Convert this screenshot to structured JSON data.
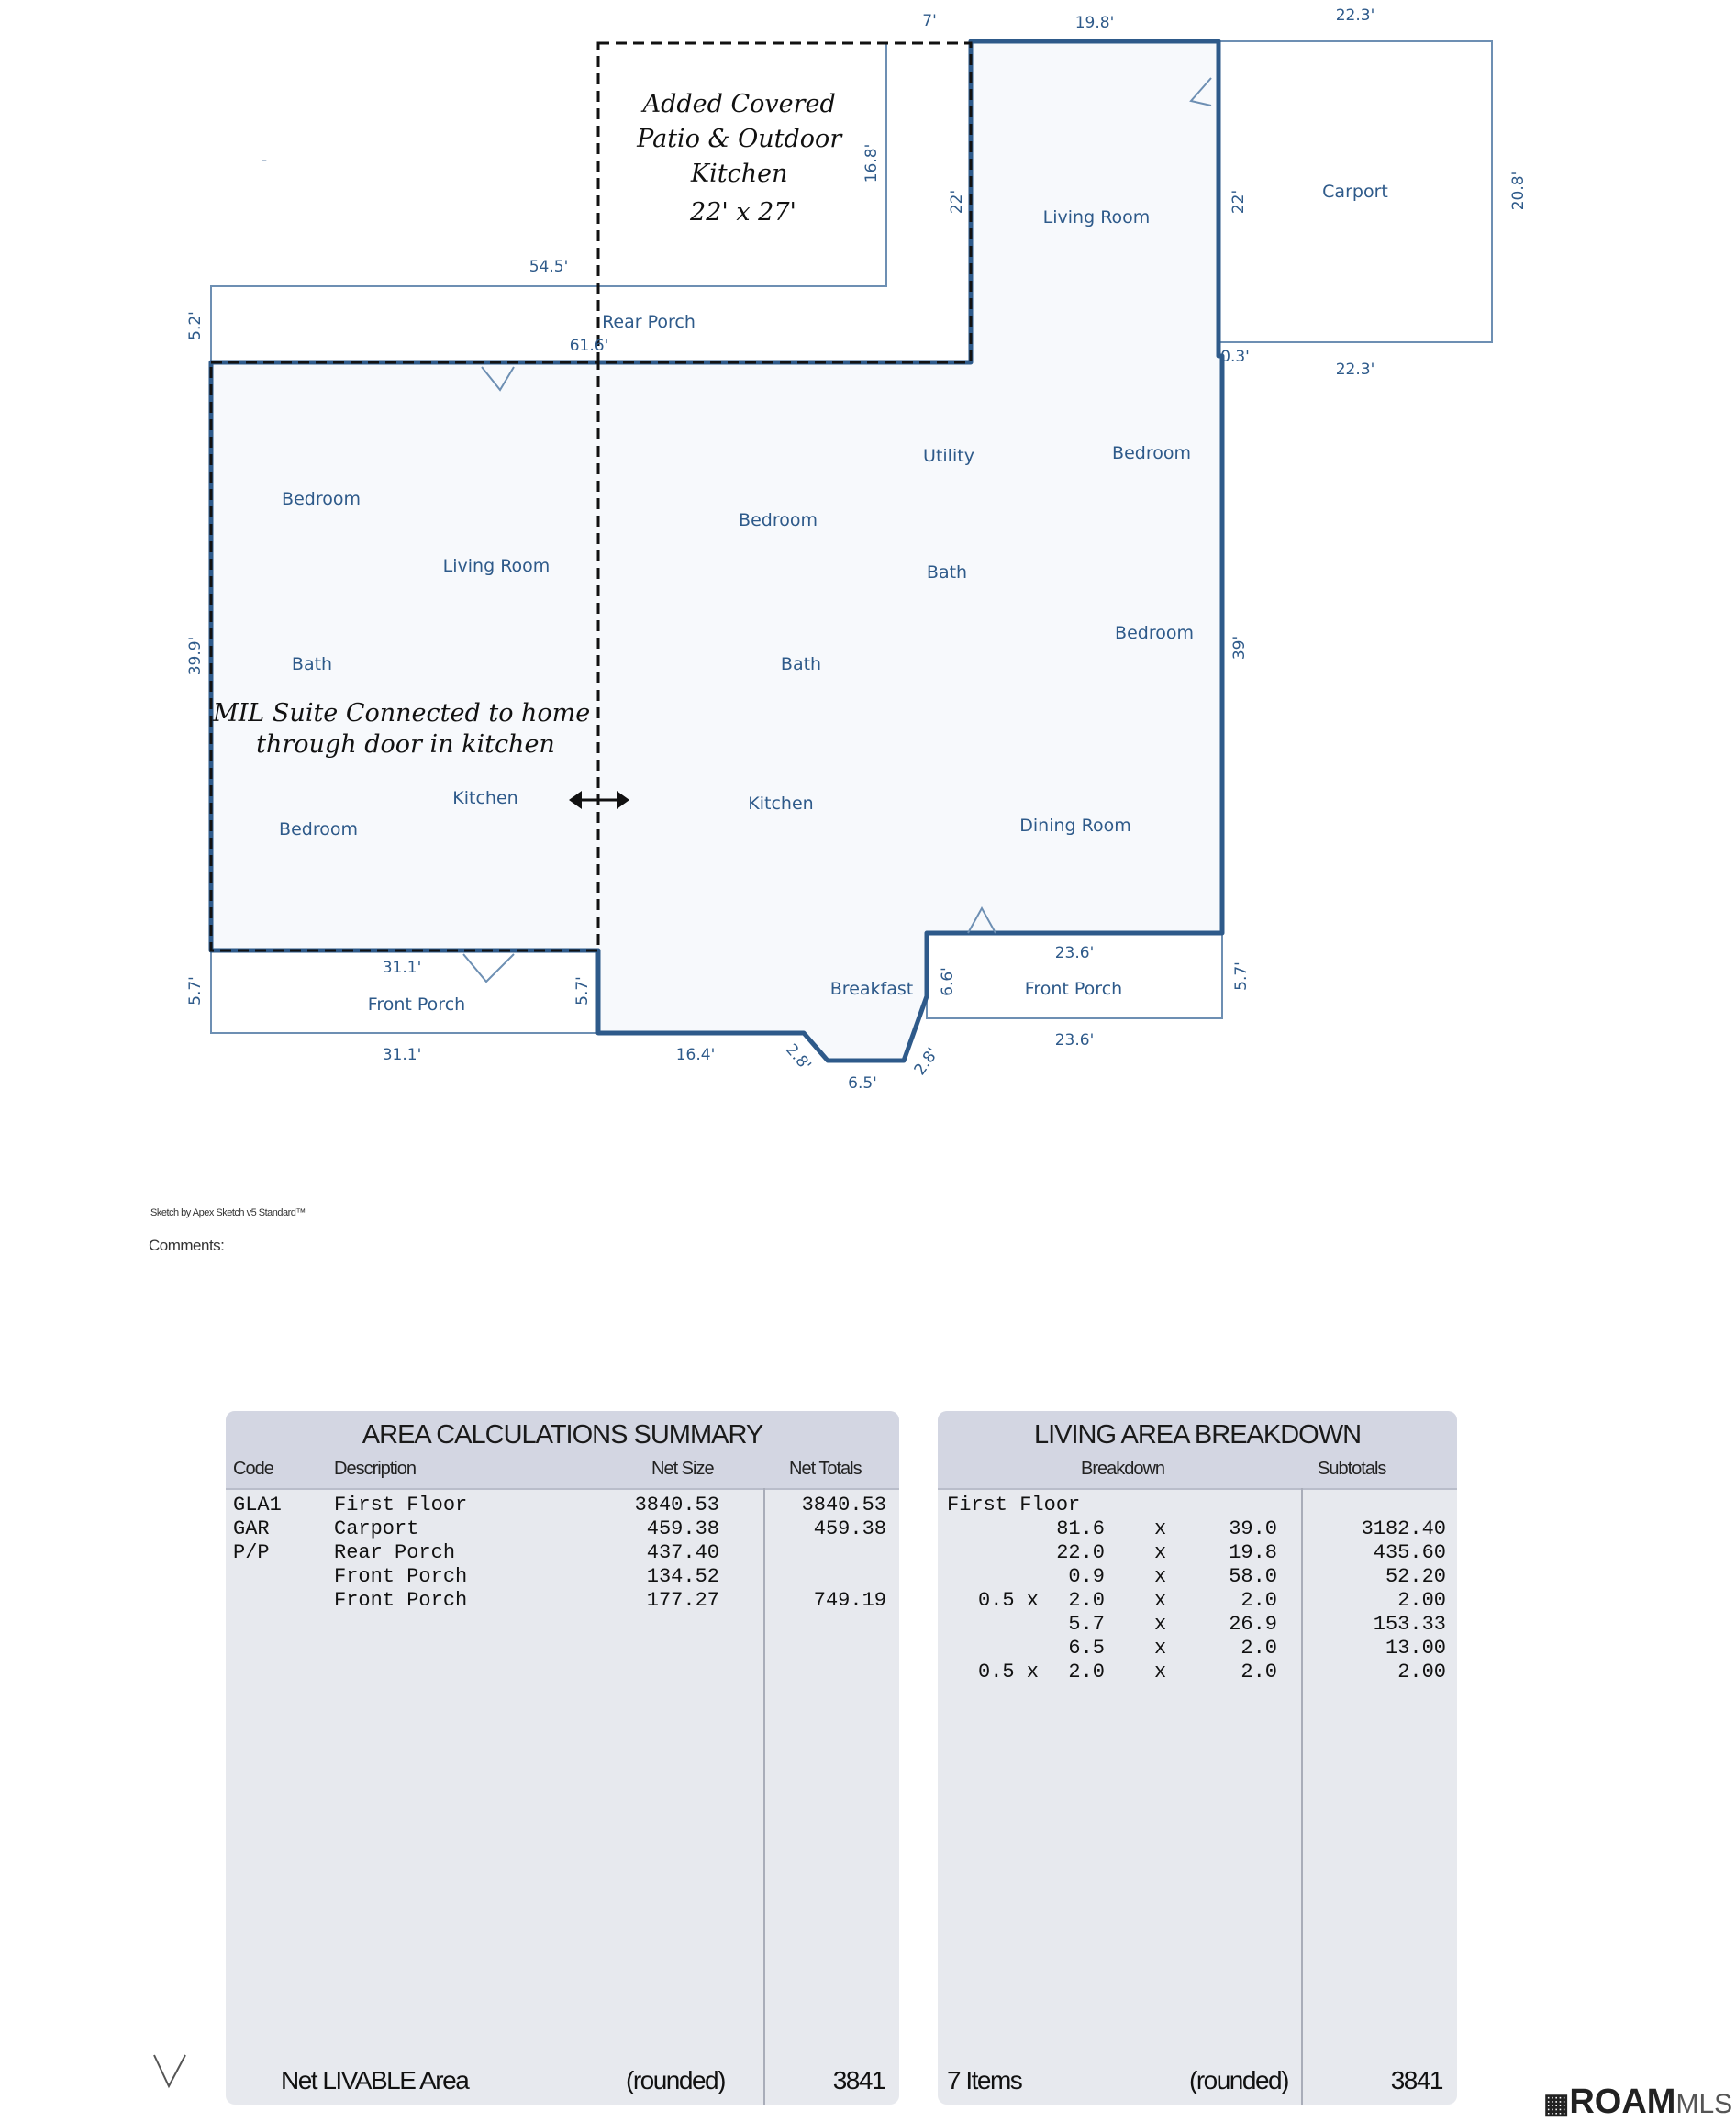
{
  "plan": {
    "note_patio": [
      "Added Covered",
      "Patio & Outdoor",
      "Kitchen",
      "22' x 27'"
    ],
    "note_suite": [
      "MIL Suite Connected to home",
      "through door in kitchen"
    ],
    "rooms": {
      "living_room_main": "Living Room",
      "carport": "Carport",
      "rear_porch": "Rear Porch",
      "utility": "Utility",
      "bedroom_ne": "Bedroom",
      "bedroom_suite_nw": "Bedroom",
      "living_room_suite": "Living Room",
      "bedroom_center": "Bedroom",
      "bath_main_n": "Bath",
      "bedroom_e": "Bedroom",
      "bath_suite": "Bath",
      "bath_center": "Bath",
      "kitchen_suite": "Kitchen",
      "kitchen_main": "Kitchen",
      "bedroom_suite_sw": "Bedroom",
      "dining_room": "Dining Room",
      "breakfast": "Breakfast",
      "front_porch_e": "Front Porch",
      "front_porch_w": "Front Porch"
    },
    "dims": {
      "d7": "7'",
      "d19_8": "19.8'",
      "d22_3_top": "22.3'",
      "d16_8": "16.8'",
      "d22_a": "22'",
      "d22_b": "22'",
      "d20_8": "20.8'",
      "d54_5": "54.5'",
      "d5_2": "5.2'",
      "d61_6": "61.6'",
      "d0_3": "0.3'",
      "d22_3_bot": "22.3'",
      "d39_9": "39.9'",
      "d39": "39'",
      "d23_6_a": "23.6'",
      "d31_1_a": "31.1'",
      "d5_7_a": "5.7'",
      "d5_7_b": "5.7'",
      "d6_6": "6.6'",
      "d5_7_c": "5.7'",
      "d31_1_b": "31.1'",
      "d16_4": "16.4'",
      "d2_8_a": "2.8'",
      "d6_5": "6.5'",
      "d2_8_b": "2.8'",
      "d23_6_b": "23.6'"
    }
  },
  "sketch_credit": "Sketch by Apex Sketch v5 Standard™",
  "comments_label": "Comments:",
  "area_summary": {
    "title": "AREA CALCULATIONS SUMMARY",
    "headers": {
      "code": "Code",
      "description": "Description",
      "net_size": "Net Size",
      "net_totals": "Net Totals"
    },
    "rows": [
      {
        "code": "GLA1",
        "description": "First Floor",
        "net_size": "3840.53",
        "net_totals": "3840.53"
      },
      {
        "code": "GAR",
        "description": "Carport",
        "net_size": "459.38",
        "net_totals": "459.38"
      },
      {
        "code": "P/P",
        "description": "Rear Porch",
        "net_size": "437.40",
        "net_totals": ""
      },
      {
        "code": "",
        "description": "Front Porch",
        "net_size": "134.52",
        "net_totals": ""
      },
      {
        "code": "",
        "description": "Front Porch",
        "net_size": "177.27",
        "net_totals": "749.19"
      }
    ],
    "footer": {
      "label": "Net LIVABLE Area",
      "rounded": "(rounded)",
      "value": "3841"
    }
  },
  "living_breakdown": {
    "title": "LIVING AREA BREAKDOWN",
    "headers": {
      "breakdown": "Breakdown",
      "subtotals": "Subtotals"
    },
    "section": "First Floor",
    "rows": [
      {
        "factor": "",
        "a": "81.6",
        "x": "x",
        "b": "39.0",
        "subtotal": "3182.40"
      },
      {
        "factor": "",
        "a": "22.0",
        "x": "x",
        "b": "19.8",
        "subtotal": "435.60"
      },
      {
        "factor": "",
        "a": "0.9",
        "x": "x",
        "b": "58.0",
        "subtotal": "52.20"
      },
      {
        "factor": "0.5 x",
        "a": "2.0",
        "x": "x",
        "b": "2.0",
        "subtotal": "2.00"
      },
      {
        "factor": "",
        "a": "5.7",
        "x": "x",
        "b": "26.9",
        "subtotal": "153.33"
      },
      {
        "factor": "",
        "a": "6.5",
        "x": "x",
        "b": "2.0",
        "subtotal": "13.00"
      },
      {
        "factor": "0.5 x",
        "a": "2.0",
        "x": "x",
        "b": "2.0",
        "subtotal": "2.00"
      }
    ],
    "footer": {
      "label": "7 Items",
      "rounded": "(rounded)",
      "value": "3841"
    }
  },
  "logo": {
    "main": "ROAM",
    "suffix": "MLS"
  },
  "colors": {
    "wall": "#2e5a8a",
    "panel": "#e7e9ee",
    "panel_head": "#d3d6e2"
  }
}
